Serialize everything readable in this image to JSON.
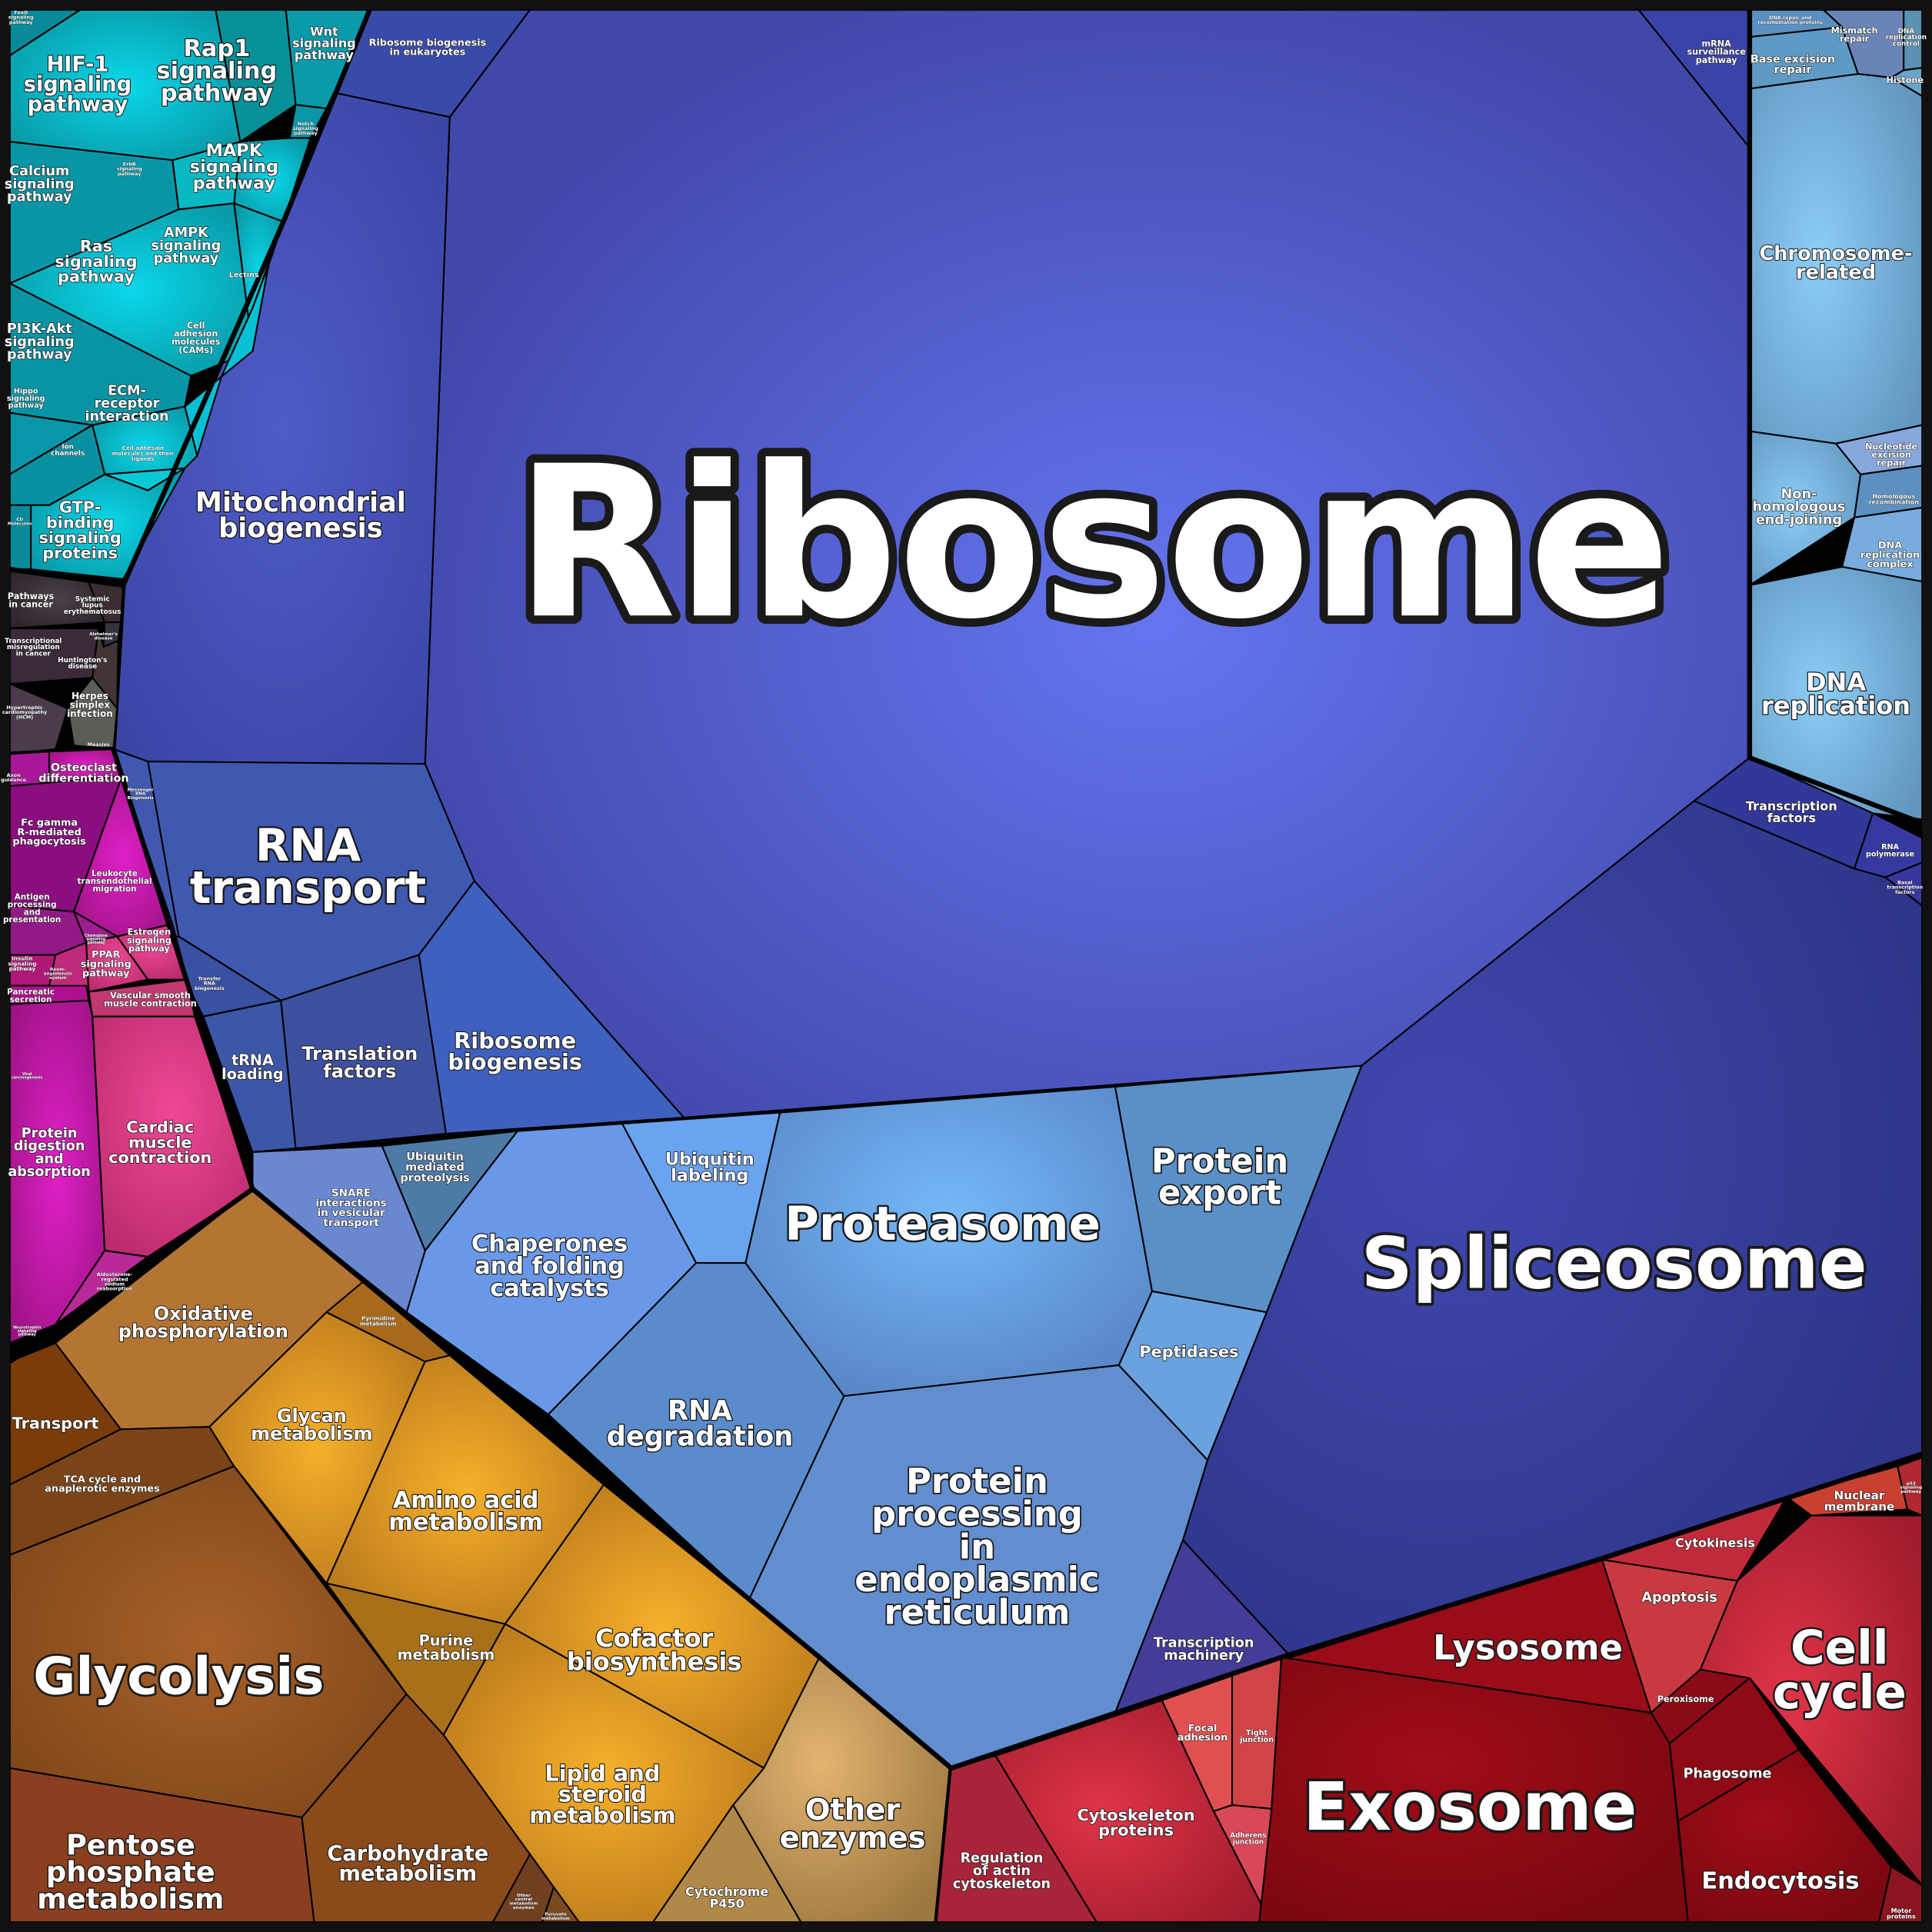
{
  "colors": {
    "information_blue": "#4a56c0",
    "protein_light_blue": "#5f96dc",
    "dna_blue": "#6aa6d0",
    "signaling_teal": "#0aaabb",
    "disease_dark": "#3a3038",
    "organismal_magenta": "#b0209a",
    "metabolism_orange": "#c07c1c",
    "cellular_red": "#b01830"
  },
  "labels": {
    "ribosome": [
      "Ribosome"
    ],
    "spliceosome": [
      "Spliceosome"
    ],
    "mito": [
      "Mitochondrial",
      "biogenesis"
    ],
    "rna_transport": [
      "RNA",
      "transport"
    ],
    "trna_loading": [
      "tRNA",
      "loading"
    ],
    "translation_factors": [
      "Translation",
      "factors"
    ],
    "ribosome_biogenesis": [
      "Ribosome",
      "biogenesis"
    ],
    "transfer_rna": [
      "Transfer",
      "RNA",
      "biogenesis"
    ],
    "messenger_rna": [
      "Messenger",
      "RNA",
      "Biogenesis"
    ],
    "rb_euk": [
      "Ribosome biogenesis",
      "in eukaryotes"
    ],
    "mrna_surv": [
      "mRNA",
      "surveillance",
      "pathway"
    ],
    "proteasome": [
      "Proteasome"
    ],
    "protein_export": [
      "Protein",
      "export"
    ],
    "peptidases": [
      "Peptidases"
    ],
    "ubiquitin_labeling": [
      "Ubiquitin",
      "labeling"
    ],
    "ubiq_proteolysis": [
      "Ubiquitin",
      "mediated",
      "proteolysis"
    ],
    "chaperones": [
      "Chaperones",
      "and folding",
      "catalysts"
    ],
    "snare": [
      "SNARE",
      "interactions",
      "in vesicular",
      "transport"
    ],
    "rna_degradation": [
      "RNA",
      "degradation"
    ],
    "protein_processing": [
      "Protein",
      "processing",
      "in",
      "endoplasmic",
      "reticulum"
    ],
    "transcription_machinery": [
      "Transcription",
      "machinery"
    ],
    "dna_replication": [
      "DNA",
      "replication"
    ],
    "chromosome": [
      "Chromosome-",
      "related"
    ],
    "non_homologous": [
      "Non-",
      "homologous",
      "end-joining"
    ],
    "nucleotide_excision": [
      "Nucleotide",
      "excision",
      "repair"
    ],
    "homologous_recomb": [
      "Homologous",
      "recombination"
    ],
    "dna_rep_complex": [
      "DNA",
      "replication",
      "complex"
    ],
    "base_excision": [
      "Base excision",
      "repair"
    ],
    "mismatch": [
      "Mismatch",
      "repair"
    ],
    "dna_rep_control": [
      "DNA",
      "replication",
      "control"
    ],
    "histone": [
      "Histone"
    ],
    "dna_repair_recomb": [
      "DNA repair and",
      "recombination proteins"
    ],
    "transcription_factors": [
      "Transcription",
      "factors"
    ],
    "rna_polymerase": [
      "RNA",
      "polymerase"
    ],
    "basal_tf": [
      "Basal",
      "transcription",
      "factors"
    ],
    "hif1": [
      "HIF-1",
      "signaling",
      "pathway"
    ],
    "rap1": [
      "Rap1",
      "signaling",
      "pathway"
    ],
    "wnt": [
      "Wnt",
      "signaling",
      "pathway"
    ],
    "mapk": [
      "MAPK",
      "signaling",
      "pathway"
    ],
    "erbb": [
      "ErbB",
      "signaling",
      "pathway"
    ],
    "calcium": [
      "Calcium",
      "signaling",
      "pathway"
    ],
    "ras": [
      "Ras",
      "signaling",
      "pathway"
    ],
    "ampk": [
      "AMPK",
      "signaling",
      "pathway"
    ],
    "pi3k": [
      "PI3K-Akt",
      "signaling",
      "pathway"
    ],
    "lectins": [
      "Lectins"
    ],
    "cams": [
      "Cell",
      "adhesion",
      "molecules",
      "(CAMs)"
    ],
    "ecm": [
      "ECM-",
      "receptor",
      "interaction"
    ],
    "hippo": [
      "Hippo",
      "signaling",
      "pathway"
    ],
    "ion_channels": [
      "Ion",
      "channels"
    ],
    "cam_ligands": [
      "Cell adhesion",
      "molecules and their",
      "ligands"
    ],
    "gtp": [
      "GTP-",
      "binding",
      "signaling",
      "proteins"
    ],
    "cd": [
      "CD",
      "Molecules"
    ],
    "foxo": [
      "FoxO",
      "signaling",
      "pathway"
    ],
    "notch": [
      "Notch",
      "signaling",
      "pathway"
    ],
    "pathways_cancer": [
      "Pathways",
      "in cancer"
    ],
    "lupus": [
      "Systemic",
      "lupus",
      "erythematosus"
    ],
    "transcriptional_misreg": [
      "Transcriptional",
      "misregulation",
      "in cancer"
    ],
    "alzheimers": [
      "Alzheimer's",
      "disease"
    ],
    "huntington": [
      "Huntington's",
      "disease"
    ],
    "herpes": [
      "Herpes",
      "simplex",
      "infection"
    ],
    "hcm": [
      "Hypertrophic",
      "cardiomyopathy",
      "(HCM)"
    ],
    "measles": [
      "Measles"
    ],
    "viral_carcinogenesis": [
      "Viral",
      "carcinogenesis"
    ],
    "osteoclast": [
      "Osteoclast",
      "differentiation"
    ],
    "axon": [
      "Axon",
      "guidance"
    ],
    "fc_gamma": [
      "Fc gamma",
      "R-mediated",
      "phagocytosis"
    ],
    "leukocyte": [
      "Leukocyte",
      "transendothelial",
      "migration"
    ],
    "antigen": [
      "Antigen",
      "processing",
      "and",
      "presentation"
    ],
    "chemokine": [
      "Chemokine",
      "signaling",
      "pathway"
    ],
    "estrogen": [
      "Estrogen",
      "signaling",
      "pathway"
    ],
    "ppar": [
      "PPAR",
      "signaling",
      "pathway"
    ],
    "insulin": [
      "Insulin",
      "signaling",
      "pathway"
    ],
    "renin": [
      "Renin-",
      "angiotensin",
      "system"
    ],
    "pancreatic": [
      "Pancreatic",
      "secretion"
    ],
    "vascular": [
      "Vascular smooth",
      "muscle contraction"
    ],
    "protein_digestion": [
      "Protein",
      "digestion",
      "and",
      "absorption"
    ],
    "cardiac": [
      "Cardiac",
      "muscle",
      "contraction"
    ],
    "aldosterone": [
      "Aldosterone-",
      "regulated",
      "sodium",
      "reabsorption"
    ],
    "neurotrophin": [
      "Neurotrophin",
      "signaling",
      "pathway"
    ],
    "oxphos": [
      "Oxidative",
      "phosphorylation"
    ],
    "transport": [
      "Transport"
    ],
    "tca": [
      "TCA cycle and",
      "anaplerotic enzymes"
    ],
    "glycolysis": [
      "Glycolysis"
    ],
    "glycan": [
      "Glycan",
      "metabolism"
    ],
    "pyrimidine": [
      "Pyrimidine",
      "metabolism"
    ],
    "amino_acid": [
      "Amino acid",
      "metabolism"
    ],
    "purine": [
      "Purine",
      "metabolism"
    ],
    "cofactor": [
      "Cofactor",
      "biosynthesis"
    ],
    "lipid": [
      "Lipid and",
      "steroid",
      "metabolism"
    ],
    "pentose": [
      "Pentose",
      "phosphate",
      "metabolism"
    ],
    "carbohydrate": [
      "Carbohydrate",
      "metabolism"
    ],
    "other_enzymes": [
      "Other",
      "enzymes"
    ],
    "cytochrome": [
      "Cytochrome",
      "P450"
    ],
    "other_central": [
      "Other",
      "central",
      "metabolism",
      "enzymes"
    ],
    "pyruvate": [
      "Pyruvate",
      "metabolism"
    ],
    "lysosome": [
      "Lysosome"
    ],
    "exosome": [
      "Exosome"
    ],
    "cell_cycle": [
      "Cell",
      "cycle"
    ],
    "cytokinesis": [
      "Cytokinesis"
    ],
    "apoptosis": [
      "Apoptosis"
    ],
    "peroxisome": [
      "Peroxisome"
    ],
    "phagosome": [
      "Phagosome"
    ],
    "endocytosis": [
      "Endocytosis"
    ],
    "nuclear_membrane": [
      "Nuclear",
      "membrane"
    ],
    "p53": [
      "p53",
      "signaling",
      "pathway"
    ],
    "motor": [
      "Motor",
      "proteins"
    ],
    "cytoskeleton": [
      "Cytoskeleton",
      "proteins"
    ],
    "regulation_actin": [
      "Regulation",
      "of actin",
      "cytoskeleton"
    ],
    "focal": [
      "Focal",
      "adhesion"
    ],
    "tight": [
      "Tight",
      "junction"
    ],
    "adherens": [
      "Adherens",
      "junction"
    ]
  }
}
